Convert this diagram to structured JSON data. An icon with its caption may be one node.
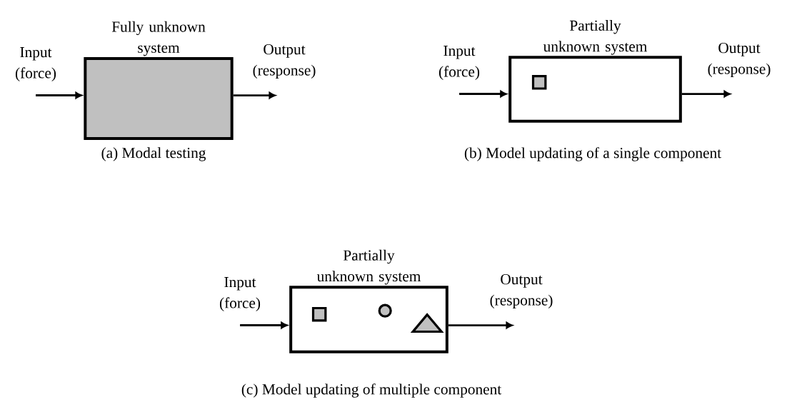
{
  "diagram": {
    "nodes": [
      {
        "text": [
          "Input (force)"
        ]
      },
      {
        "text": [
          "Fully unknown system"
        ]
      },
      {
        "text": [
          "Output (response)"
        ]
      },
      {
        "text": [
          "Input (force)"
        ]
      },
      {
        "text": [
          "Partially unknown system"
        ]
      },
      {
        "text": [],
        "shape": "box",
        "in": 4
      },
      {
        "text": [
          "Output (response)"
        ]
      },
      {
        "text": [
          "Input (force)"
        ]
      },
      {
        "text": [
          "Partially unknown system"
        ]
      },
      {
        "text": [],
        "shape": "box",
        "in": 8
      },
      {
        "text": [],
        "shape": "circle",
        "in": 8
      },
      {
        "text": [],
        "shape": "triangle",
        "in": 8
      },
      {
        "text": [
          "Output (response)"
        ]
      }
    ],
    "edges": [
      {
        "from": 0,
        "to": 1,
        "arrow": "to"
      },
      {
        "from": 1,
        "to": 2,
        "arrow": "to"
      },
      {
        "from": 3,
        "to": 4,
        "arrow": "to"
      },
      {
        "from": 4,
        "to": 6,
        "arrow": "to"
      },
      {
        "from": 7,
        "to": 8,
        "arrow": "to"
      },
      {
        "from": 8,
        "to": 12,
        "arrow": "to"
      }
    ],
    "labels": [
      "(a) Modal testing",
      "(b) Model updating of a single component",
      "(c) Model updating of multiple component"
    ]
  }
}
